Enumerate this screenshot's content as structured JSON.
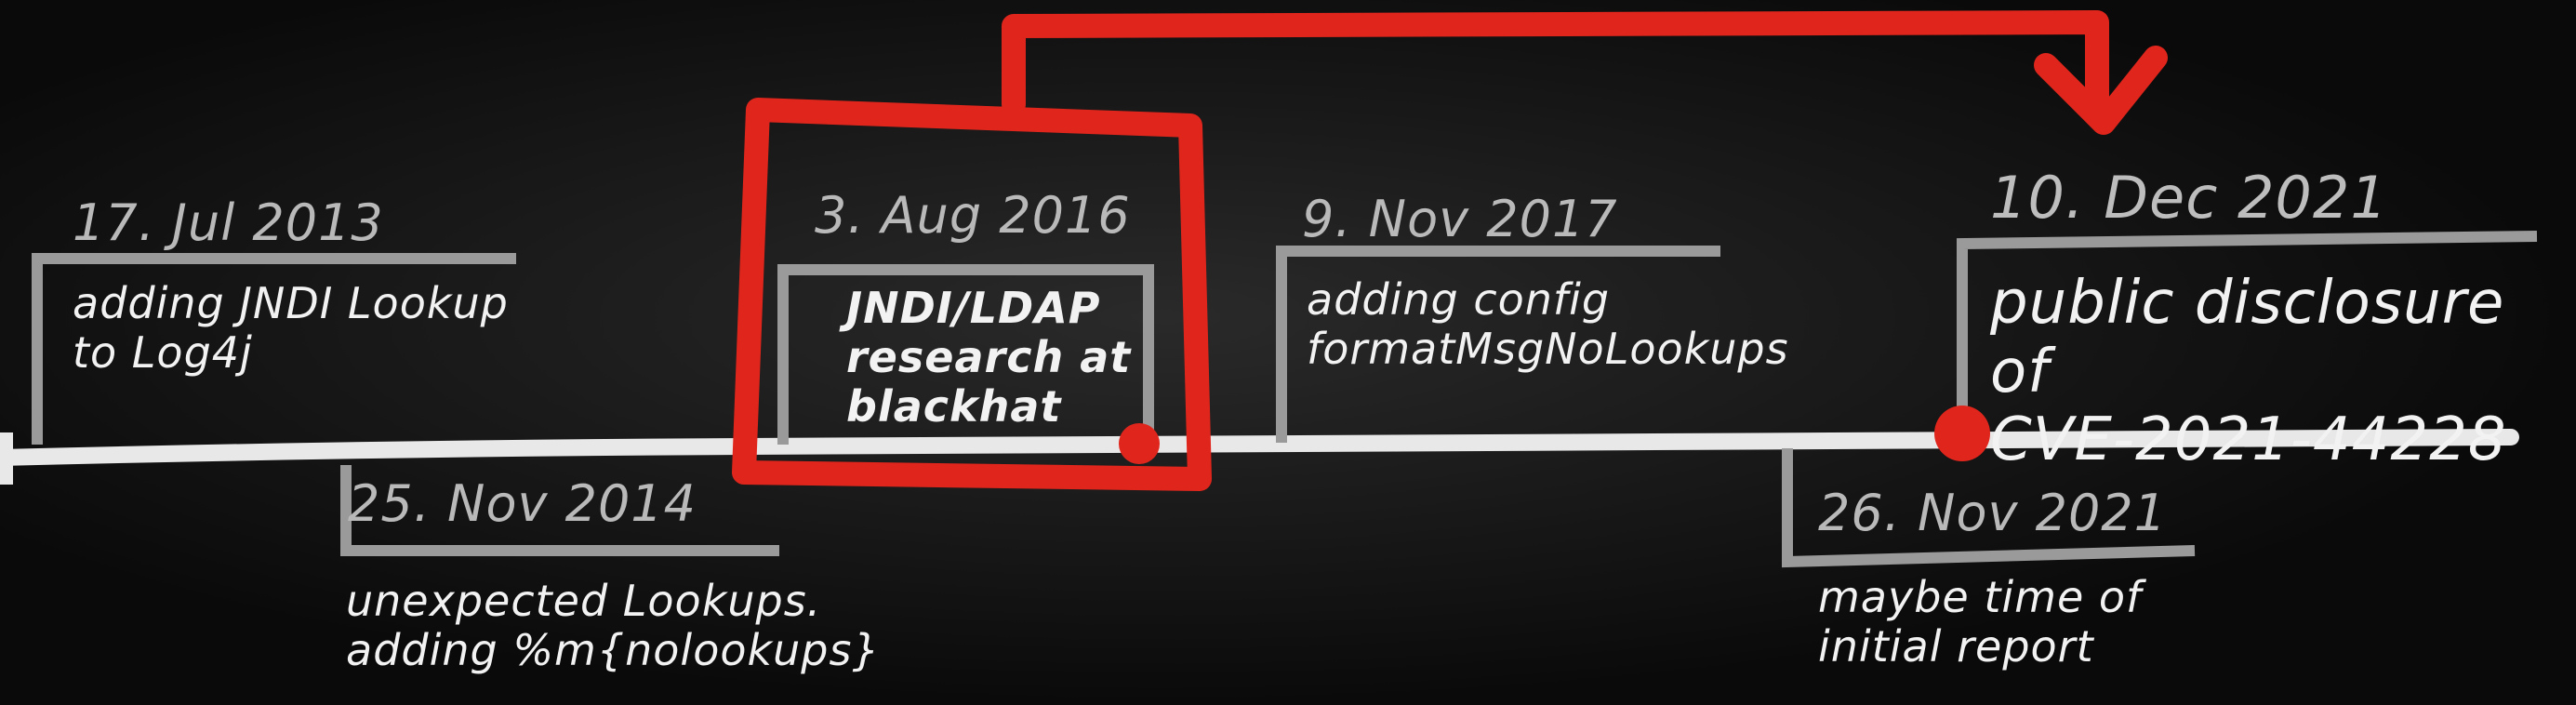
{
  "events": [
    {
      "date": "17. Jul 2013",
      "text": "adding JNDI Lookup\nto Log4j"
    },
    {
      "date": "25. Nov 2014",
      "text": "unexpected Lookups.\nadding %m{nolookups}"
    },
    {
      "date": "3. Aug 2016",
      "text": "JNDI/LDAP\nresearch at\nblackhat"
    },
    {
      "date": "9. Nov 2017",
      "text": "adding config\nformatMsgNoLookups"
    },
    {
      "date": "26. Nov 2021",
      "text": "maybe time of\ninitial report"
    },
    {
      "date": "10. Dec 2021",
      "text": "public disclosure of\nCVE-2021-44228"
    }
  ],
  "colors": {
    "background": "#0a0a0a",
    "line": "#e8e8e8",
    "box": "#9a9a9a",
    "highlight": "#e0261c"
  }
}
